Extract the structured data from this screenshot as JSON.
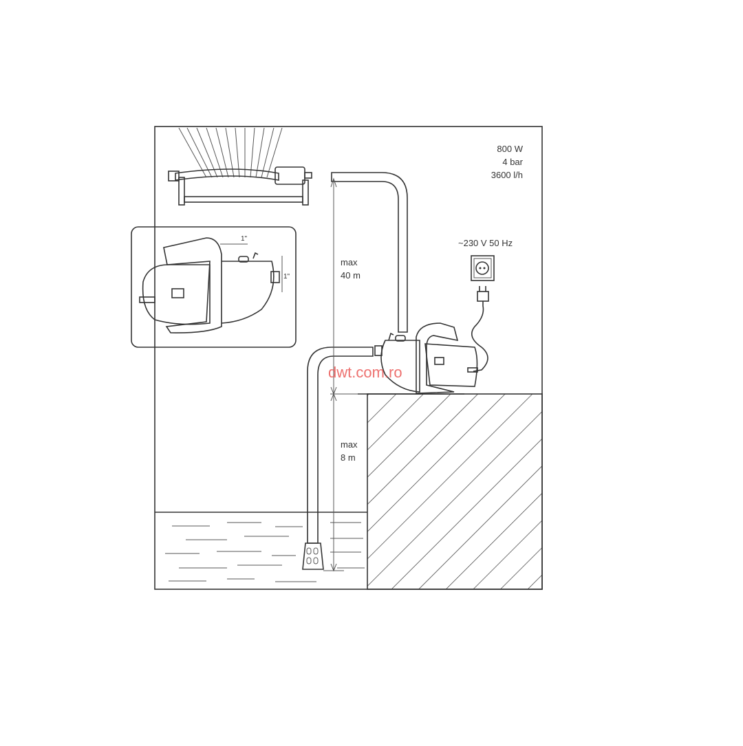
{
  "specs": {
    "power": "800 W",
    "pressure": "4 bar",
    "flow": "3600 l/h"
  },
  "supply": {
    "voltage": "~230 V  50 Hz"
  },
  "discharge_height": {
    "line1": "max",
    "line2": "40 m"
  },
  "suction_height": {
    "line1": "max",
    "line2": "8 m"
  },
  "inset": {
    "outlet_size": "1\"",
    "inlet_size": "1\""
  },
  "watermark": "dwt.com.ro",
  "colors": {
    "line": "#333333",
    "watermark": "#e8423f"
  }
}
